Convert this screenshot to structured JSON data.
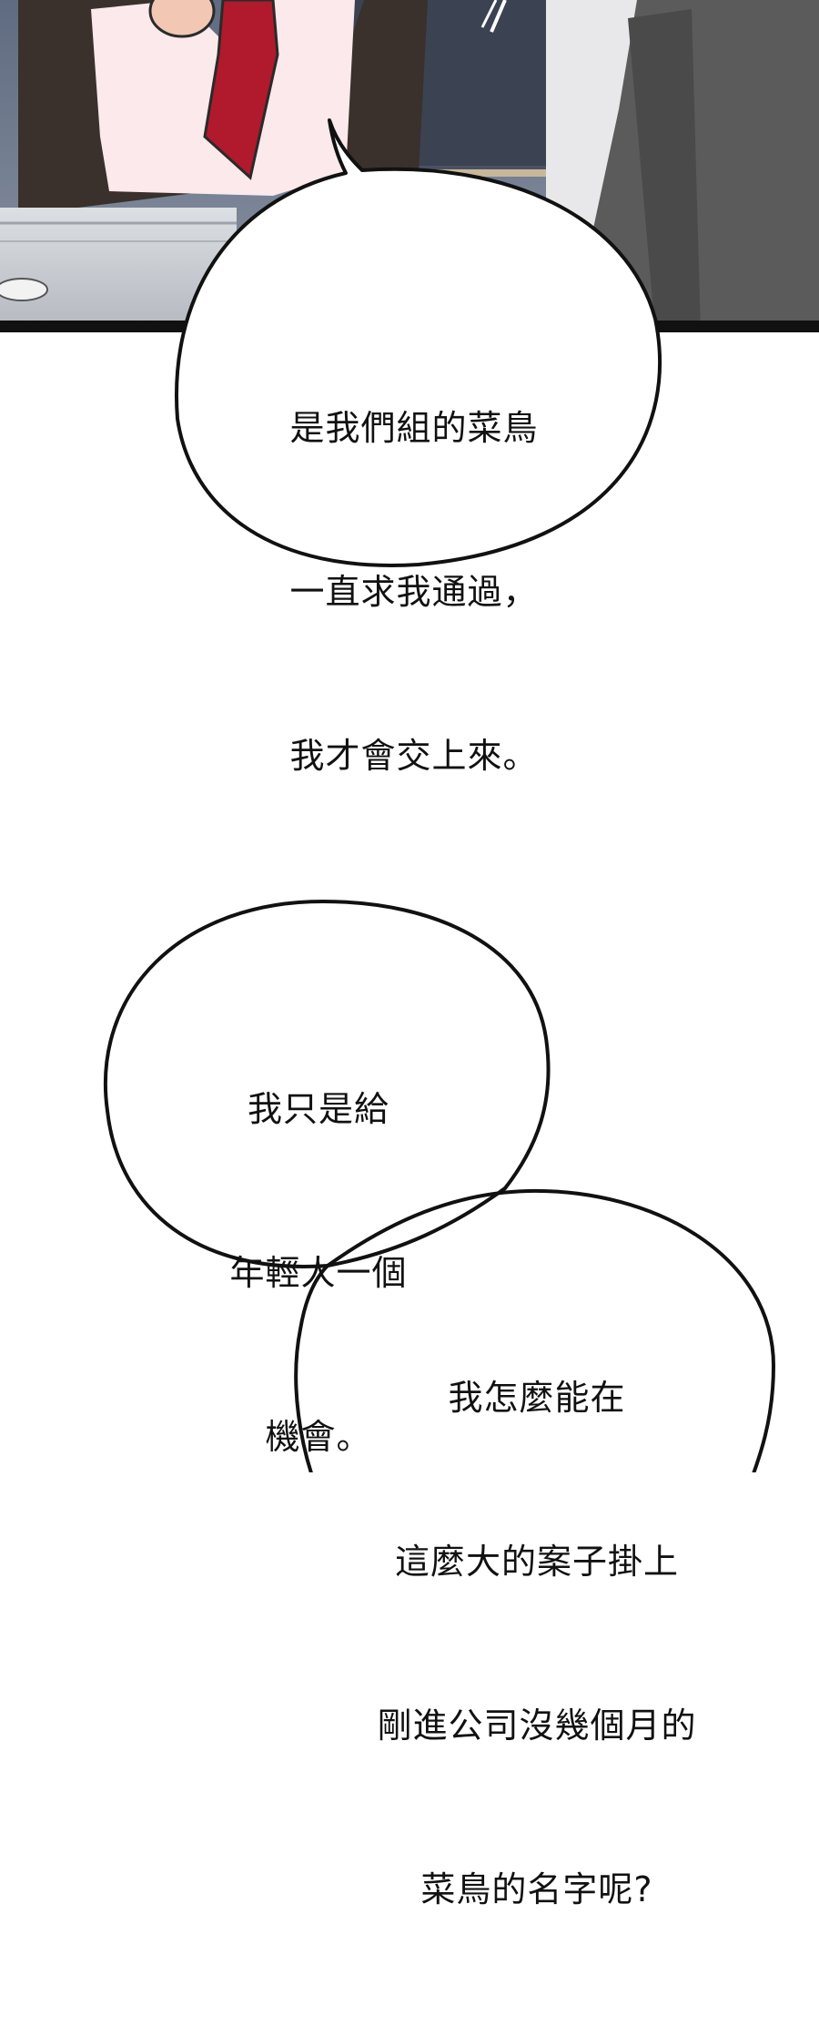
{
  "bubbles": [
    {
      "lines": [
        "是我們組的菜鳥",
        "一直求我通過，",
        "我才會交上來。"
      ]
    },
    {
      "lines": [
        "我只是給",
        "年輕人一個",
        "機會。"
      ]
    },
    {
      "lines": [
        "我怎麼能在",
        "這麼大的案子掛上",
        "剛進公司沒幾個月的",
        "菜鳥的名字呢?"
      ]
    }
  ],
  "colors": {
    "ink": "#111111",
    "tie": "#b01a2c",
    "jacket": "#3a302c",
    "suit_right": "#5b5b5b",
    "desk": "#c9ccd1",
    "wall": "#7a8699"
  }
}
